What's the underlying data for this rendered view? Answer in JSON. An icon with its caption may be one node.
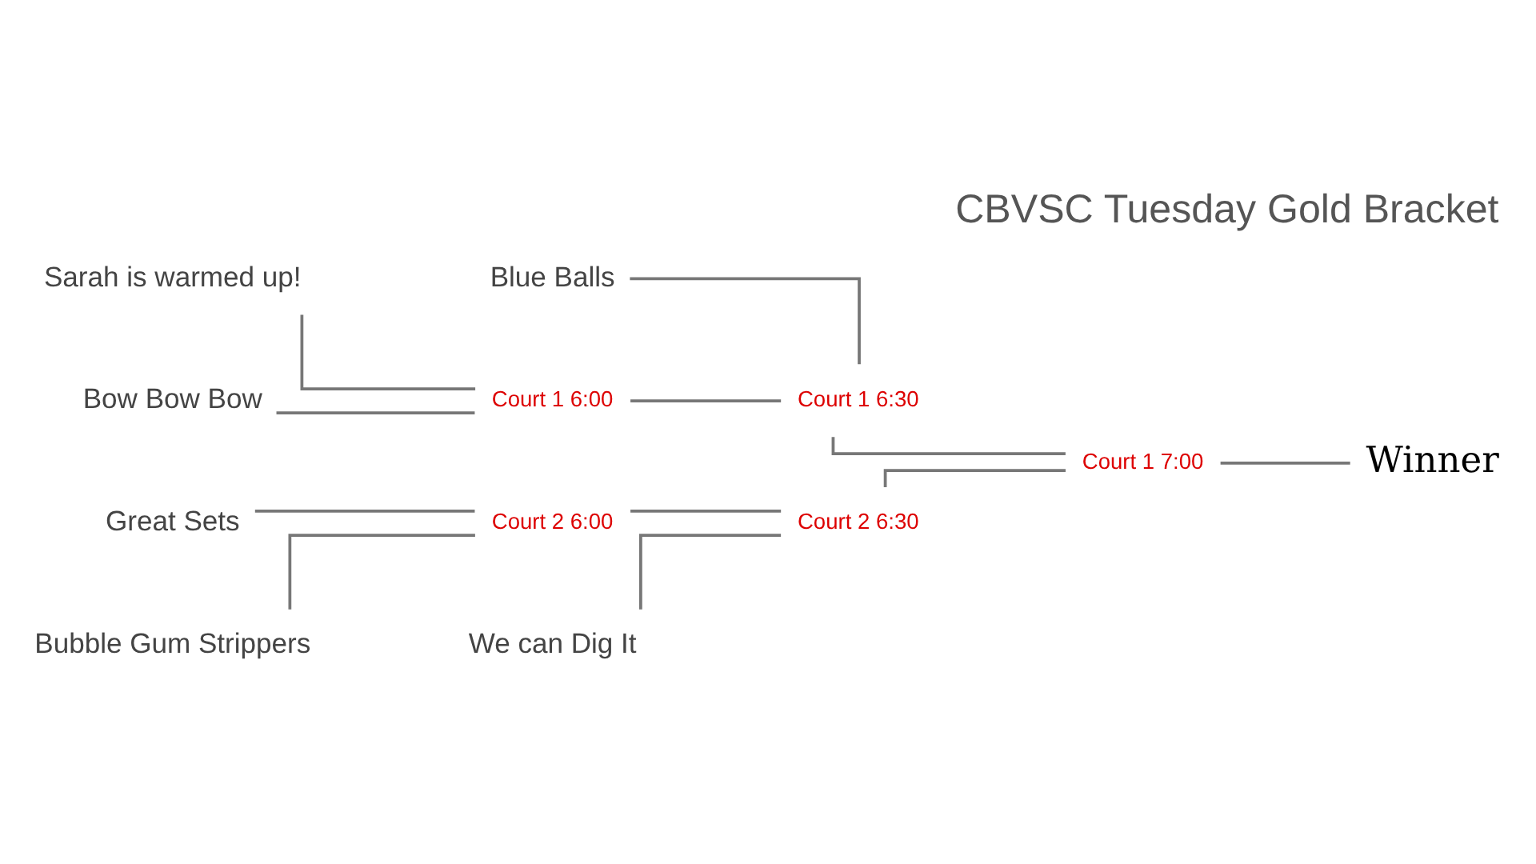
{
  "diagram": {
    "title": "CBVSC Tuesday Gold Bracket",
    "nodes": [
      {
        "text": [
          "Blue Balls"
        ]
      },
      {
        "text": [
          "Sarah is warmed up!"
        ]
      },
      {
        "text": [
          "Bow Bow Bow"
        ]
      },
      {
        "text": [
          "Great Sets"
        ]
      },
      {
        "text": [
          "Bubble Gum Strippers"
        ]
      },
      {
        "text": [
          "We can Dig It"
        ]
      },
      {
        "text": [
          "Court 1 6:00"
        ]
      },
      {
        "text": [
          "Court 2 6:00"
        ]
      },
      {
        "text": [
          "Court 1 6:30"
        ]
      },
      {
        "text": [
          "Court 2 6:30"
        ]
      },
      {
        "text": [
          "Court 1 7:00"
        ]
      },
      {
        "text": [
          "Winner"
        ]
      }
    ],
    "edges": [
      {
        "from": 1,
        "to": 6,
        "arrow": "none"
      },
      {
        "from": 2,
        "to": 6,
        "arrow": "none"
      },
      {
        "from": 3,
        "to": 7,
        "arrow": "none"
      },
      {
        "from": 4,
        "to": 7,
        "arrow": "none"
      },
      {
        "from": 0,
        "to": 8,
        "arrow": "none"
      },
      {
        "from": 6,
        "to": 8,
        "arrow": "none"
      },
      {
        "from": 7,
        "to": 9,
        "arrow": "none"
      },
      {
        "from": 5,
        "to": 9,
        "arrow": "none"
      },
      {
        "from": 8,
        "to": 10,
        "arrow": "none"
      },
      {
        "from": 9,
        "to": 10,
        "arrow": "none"
      },
      {
        "from": 10,
        "to": 11,
        "arrow": "none"
      }
    ]
  }
}
